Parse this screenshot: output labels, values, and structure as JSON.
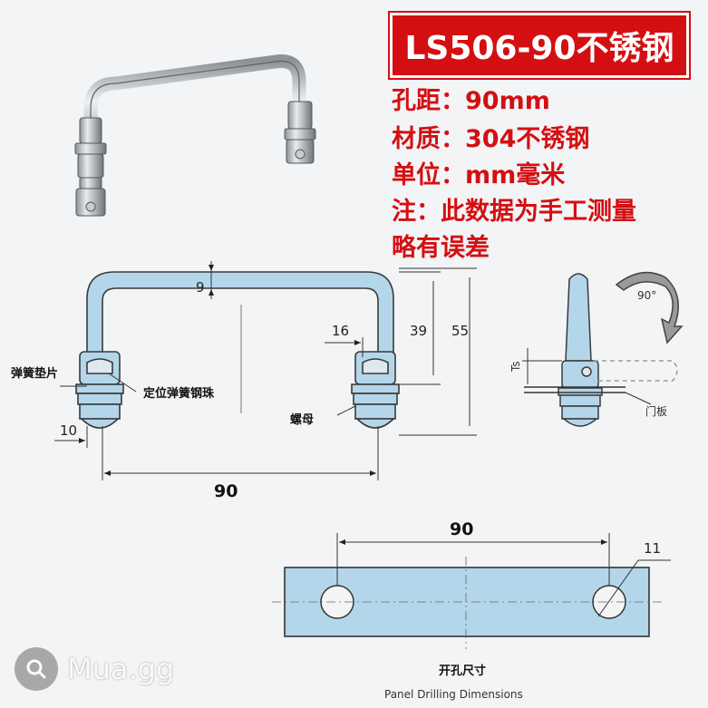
{
  "title": "LS506-90不锈钢",
  "specs": [
    "孔距：90mm",
    "材质：304不锈钢",
    "单位：mm毫米",
    "注：此数据为手工测量",
    "略有误差"
  ],
  "front_view": {
    "dim_thickness": "9",
    "dim_16": "16",
    "dim_39": "39",
    "dim_55": "55",
    "dim_10": "10",
    "dim_90": "90",
    "label_spring_washer": "弹簧垫片",
    "label_ball": "定位弹簧钢珠",
    "label_nut": "螺母"
  },
  "side_view": {
    "angle": "90°",
    "ts": "Ts",
    "door_panel": "门板"
  },
  "drilling": {
    "dim_90": "90",
    "dim_hole": "11",
    "label_cn": "开孔尺寸",
    "label_en": "Panel Drilling Dimensions"
  },
  "watermark": "Mua.gg",
  "colors": {
    "title_bg": "#d40f12",
    "spec_text": "#d40f12",
    "part_fill": "#b4d6ea",
    "part_stroke": "#3a3a3a"
  }
}
